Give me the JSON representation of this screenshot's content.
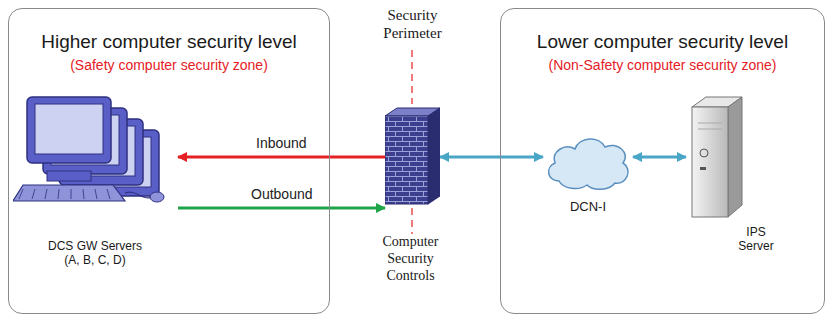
{
  "diagram": {
    "nodes": [
      {
        "text": [
          "Higher computer security level",
          "(Safety computer security zone)"
        ]
      },
      {
        "text": [
          "DCS GW Servers (A, B, C, D)"
        ],
        "in": 0
      },
      {
        "text": [
          "Security Perimeter",
          "Computer Security Controls"
        ]
      },
      {
        "text": [
          "Lower computer security level",
          "(Non-Safety computer security zone)"
        ]
      },
      {
        "text": [
          "DCN-I"
        ],
        "in": 3
      },
      {
        "text": [
          "IPS Server"
        ],
        "in": 3
      }
    ],
    "edges": [
      {
        "from": 2,
        "to": 1,
        "label": "Inbound",
        "arrow": "to"
      },
      {
        "from": 1,
        "to": 2,
        "label": "Outbound",
        "arrow": "to"
      },
      {
        "from": 2,
        "to": 4,
        "arrow": "both"
      },
      {
        "from": 4,
        "to": 5,
        "arrow": "both"
      }
    ]
  }
}
